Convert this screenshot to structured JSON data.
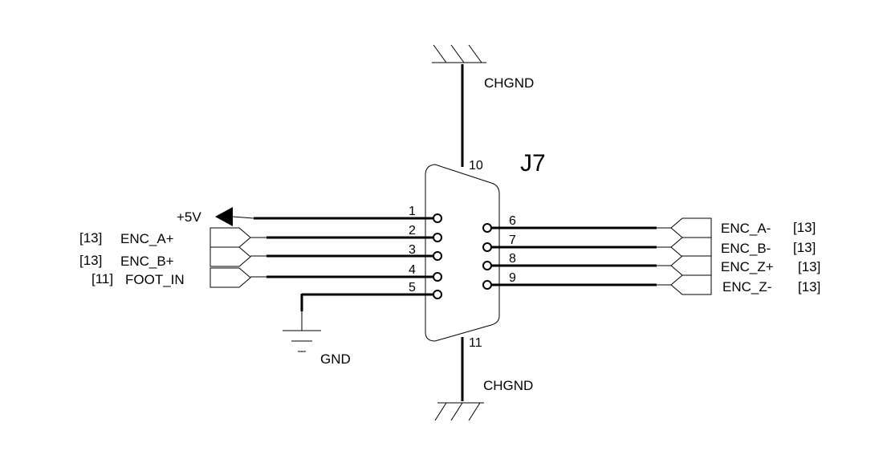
{
  "connector": {
    "ref": "J7",
    "shield_pins": {
      "top": "10",
      "bottom": "11"
    }
  },
  "chgnd": {
    "top": "CHGND",
    "bottom": "CHGND"
  },
  "power": {
    "label": "+5V"
  },
  "ground": {
    "label": "GND"
  },
  "left_pins": [
    {
      "num": "1",
      "net": "+5V"
    },
    {
      "num": "2",
      "net": "ENC_A+",
      "ref": "[13]"
    },
    {
      "num": "3",
      "net": "ENC_B+",
      "ref": "[13]"
    },
    {
      "num": "4",
      "net": "FOOT_IN",
      "ref": "[11]"
    },
    {
      "num": "5",
      "net": "GND"
    }
  ],
  "right_pins": [
    {
      "num": "6",
      "net": "ENC_A-",
      "ref": "[13]"
    },
    {
      "num": "7",
      "net": "ENC_B-",
      "ref": "[13]"
    },
    {
      "num": "8",
      "net": "ENC_Z+",
      "ref": "[13]"
    },
    {
      "num": "9",
      "net": "ENC_Z-",
      "ref": "[13]"
    }
  ]
}
